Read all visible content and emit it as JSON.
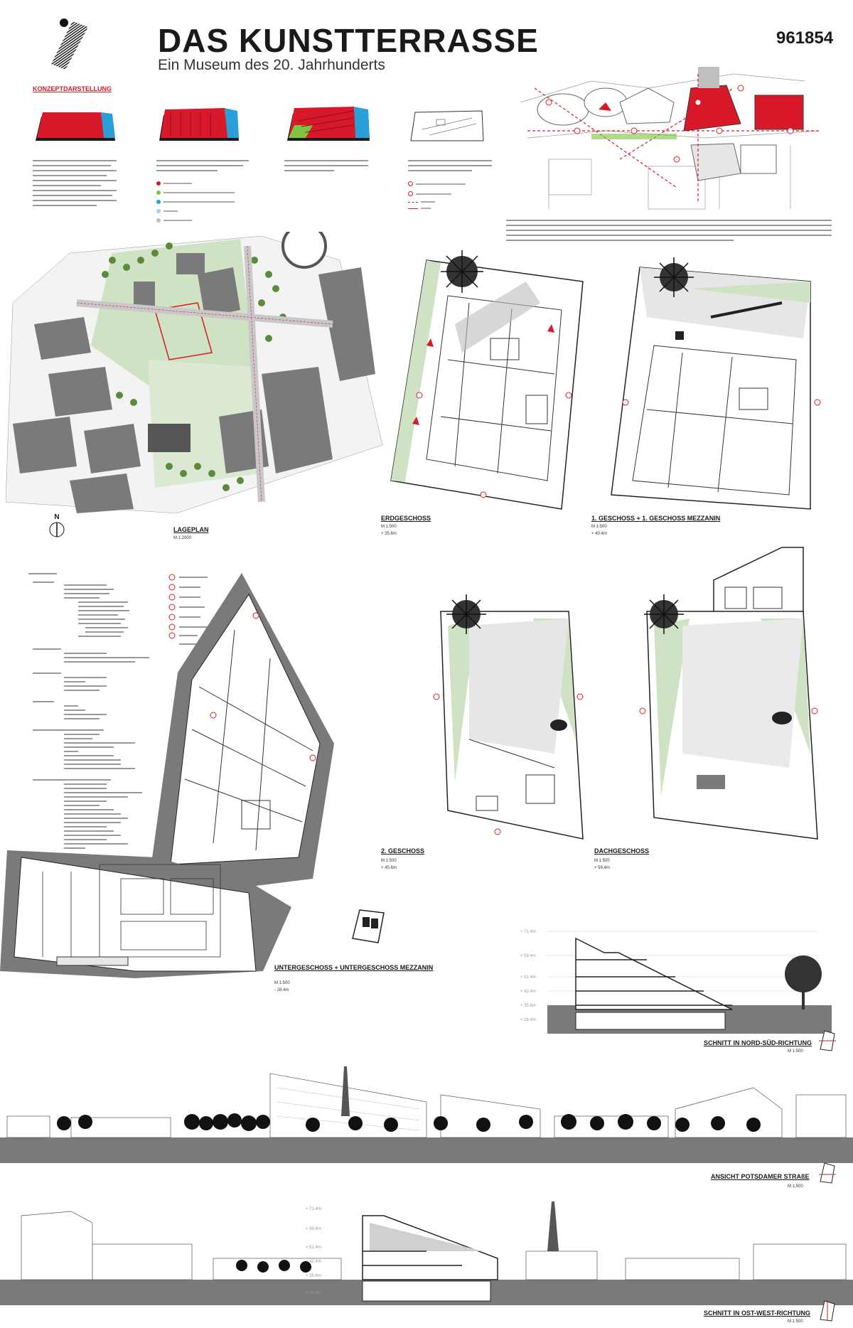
{
  "header": {
    "title": "DAS KUNSTTERRASSE",
    "subtitle": "Ein Museum des 20. Jahrhunderts",
    "code": "961854"
  },
  "concept": {
    "heading": "KONZEPTDARSTELLUNG",
    "colors": {
      "red": "#d8192a",
      "blue": "#2a9fd8",
      "green": "#7fc241",
      "grey": "#bfbfbf"
    }
  },
  "plans": {
    "site": {
      "label": "LAGEPLAN",
      "scale": "M 1:2000"
    },
    "ground": {
      "label": "ERDGESCHOSS",
      "scale": "M 1:500",
      "level": "+ 35.6m"
    },
    "first": {
      "label": "1. GESCHOSS + 1. GESCHOSS MEZZANIN",
      "scale": "M 1:500",
      "level": "+ 40.4m"
    },
    "second": {
      "label": "2. GESCHOSS",
      "scale": "M 1:500",
      "level": "+ 45.6m"
    },
    "roof": {
      "label": "DACHGESCHOSS",
      "scale": "M 1:500",
      "level": "+ 59.4m"
    },
    "basement": {
      "label": "UNTERGESCHOSS + UNTERGESCHOSS MEZZANIN",
      "scale": "M 1:500",
      "level": "- 28.4m"
    }
  },
  "sections": {
    "ns": {
      "label": "SCHNITT IN NORD-SÜD-RICHTUNG",
      "scale": "M 1:500"
    },
    "elevation": {
      "label": "ANSICHT POTSDAMER STRAßE",
      "scale": "M 1:500"
    },
    "ew": {
      "label": "SCHNITT IN OST-WEST-RICHTUNG",
      "scale": "M 1:500"
    }
  },
  "compass": {
    "north": "N"
  },
  "section_levels": [
    "+ 71.4m",
    "+ 59.4m",
    "+ 51.4m",
    "+ 42.4m",
    "+ 35.6m",
    "+ 28.4m"
  ]
}
